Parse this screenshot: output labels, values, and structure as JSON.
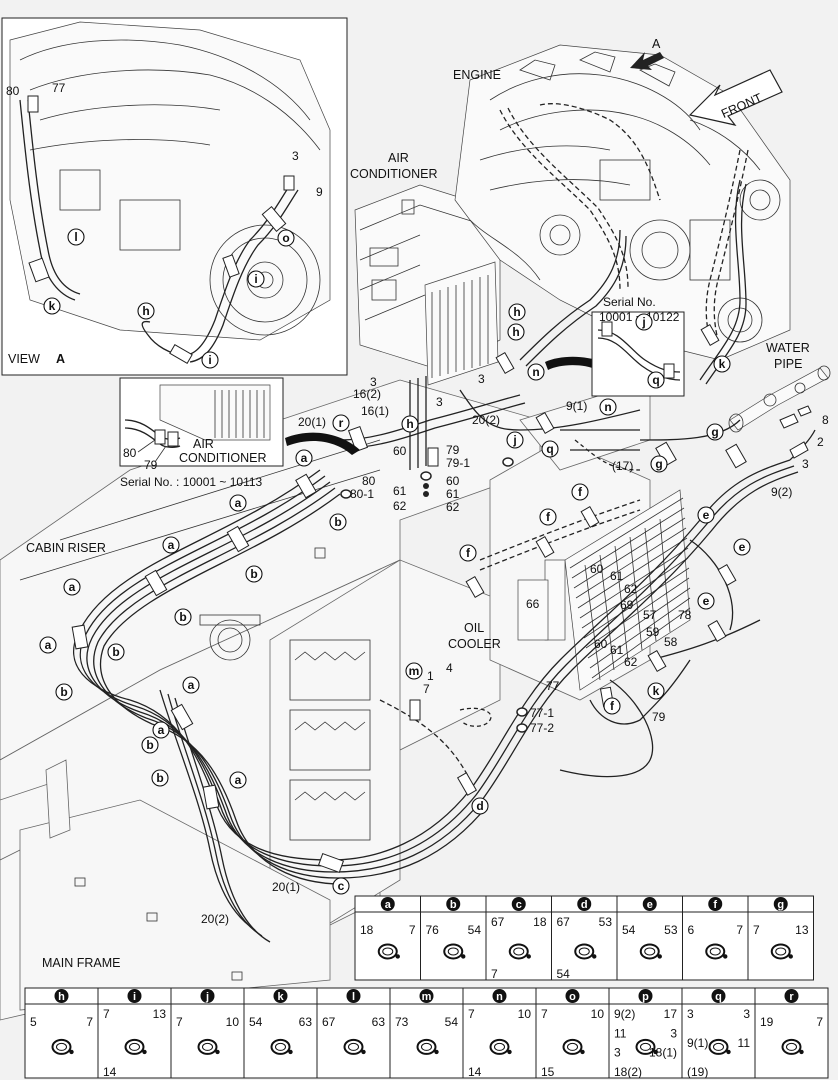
{
  "labels": {
    "view_a": "VIEW",
    "view_a_letter": "A",
    "engine": "ENGINE",
    "front": "FRONT",
    "air_conditioner_l1": "AIR",
    "air_conditioner_l2": "CONDITIONER",
    "inset_air_l1": "AIR",
    "inset_air_l2": "CONDITIONER",
    "serial_left": "Serial No. : 10001 ~ 10113",
    "serial_right_l1": "Serial No.",
    "serial_right_l2": "10001 ~ 10122",
    "water_pipe_l1": "WATER",
    "water_pipe_l2": "PIPE",
    "cabin_riser": "CABIN RISER",
    "oil_cooler_l1": "OIL",
    "oil_cooler_l2": "COOLER",
    "main_frame": "MAIN FRAME",
    "arrow_a": "A"
  },
  "callouts": {
    "c_80_view": "80",
    "c_77_view": "77",
    "c_3_view": "3",
    "c_9_view": "9",
    "c_l_view": "l",
    "c_o_view": "o",
    "c_i_view": "i",
    "c_k_view": "k",
    "c_h_view": "h",
    "c_i2_view": "i",
    "c_80_inset": "80",
    "c_79_inset": "79",
    "c_16_2": "16(2)",
    "c_16_1": "16(1)",
    "c_3a": "3",
    "c_3b": "3",
    "c_3c": "3",
    "c_20_1a": "20(1)",
    "c_r": "r",
    "c_h1": "h",
    "c_h2": "h",
    "c_h3": "h",
    "c_n1": "n",
    "c_n2": "n",
    "c_20_2a": "20(2)",
    "c_9_1": "9(1)",
    "c_j1": "j",
    "c_q1": "q",
    "c_17": "(17)",
    "c_79a": "79",
    "c_79_1": "79-1",
    "c_80": "80",
    "c_80_1": "80-1",
    "c_60a": "60",
    "c_61a": "61",
    "c_61b": "61",
    "c_62a": "62",
    "c_62b": "62",
    "c_60b": "60",
    "c_j_ser": "j",
    "c_q_ser": "q",
    "c_k1": "k",
    "c_8": "8",
    "c_2": "2",
    "c_3d": "3",
    "c_9_2": "9(2)",
    "c_g1": "g",
    "c_g2": "g",
    "c_e1": "e",
    "c_e2": "e",
    "c_e3": "e",
    "c_f1": "f",
    "c_f2": "f",
    "c_f3": "f",
    "c_f4": "f",
    "c_60c": "60",
    "c_61c": "61",
    "c_62c": "62",
    "c_69": "69",
    "c_57": "57",
    "c_78": "78",
    "c_66": "66",
    "c_59": "59",
    "c_58": "58",
    "c_60d": "60",
    "c_61d": "61",
    "c_62d": "62",
    "c_k2": "k",
    "c_77": "77",
    "c_77_1": "77-1",
    "c_77_2": "77-2",
    "c_79b": "79",
    "c_m": "m",
    "c_1": "1",
    "c_7": "7",
    "c_4": "4",
    "c_d": "d",
    "c_c": "c",
    "c_20_1b": "20(1)",
    "c_20_2b": "20(2)",
    "c_a1": "a",
    "c_a2": "a",
    "c_a3": "a",
    "c_a4": "a",
    "c_a5": "a",
    "c_a6": "a",
    "c_a7": "a",
    "c_a8": "a",
    "c_b1": "b",
    "c_b2": "b",
    "c_b3": "b",
    "c_b4": "b",
    "c_b5": "b",
    "c_b6": "b",
    "c_b7": "b"
  },
  "detail_row1": [
    {
      "letter": "a",
      "parts": [
        "18",
        "7"
      ]
    },
    {
      "letter": "b",
      "parts": [
        "76",
        "54"
      ]
    },
    {
      "letter": "c",
      "parts": [
        "67",
        "18",
        "7"
      ]
    },
    {
      "letter": "d",
      "parts": [
        "67",
        "53",
        "54"
      ]
    },
    {
      "letter": "e",
      "parts": [
        "54",
        "53"
      ]
    },
    {
      "letter": "f",
      "parts": [
        "6",
        "7"
      ]
    },
    {
      "letter": "g",
      "parts": [
        "7",
        "13"
      ]
    }
  ],
  "detail_row2": [
    {
      "letter": "h",
      "parts": [
        "5",
        "7"
      ]
    },
    {
      "letter": "i",
      "parts": [
        "7",
        "13",
        "14"
      ]
    },
    {
      "letter": "j",
      "parts": [
        "7",
        "10"
      ]
    },
    {
      "letter": "k",
      "parts": [
        "54",
        "63"
      ]
    },
    {
      "letter": "l",
      "parts": [
        "67",
        "63"
      ]
    },
    {
      "letter": "m",
      "parts": [
        "73",
        "54"
      ]
    },
    {
      "letter": "n",
      "parts": [
        "7",
        "10",
        "14"
      ]
    },
    {
      "letter": "o",
      "parts": [
        "7",
        "10",
        "15"
      ]
    },
    {
      "letter": "p",
      "parts": [
        "9(2)",
        "17",
        "11",
        "3",
        "3",
        "18(1)",
        "18(2)"
      ]
    },
    {
      "letter": "q",
      "parts": [
        "3",
        "3",
        "9(1)",
        "11",
        "(19)"
      ]
    },
    {
      "letter": "r",
      "parts": [
        "19",
        "7"
      ]
    }
  ]
}
